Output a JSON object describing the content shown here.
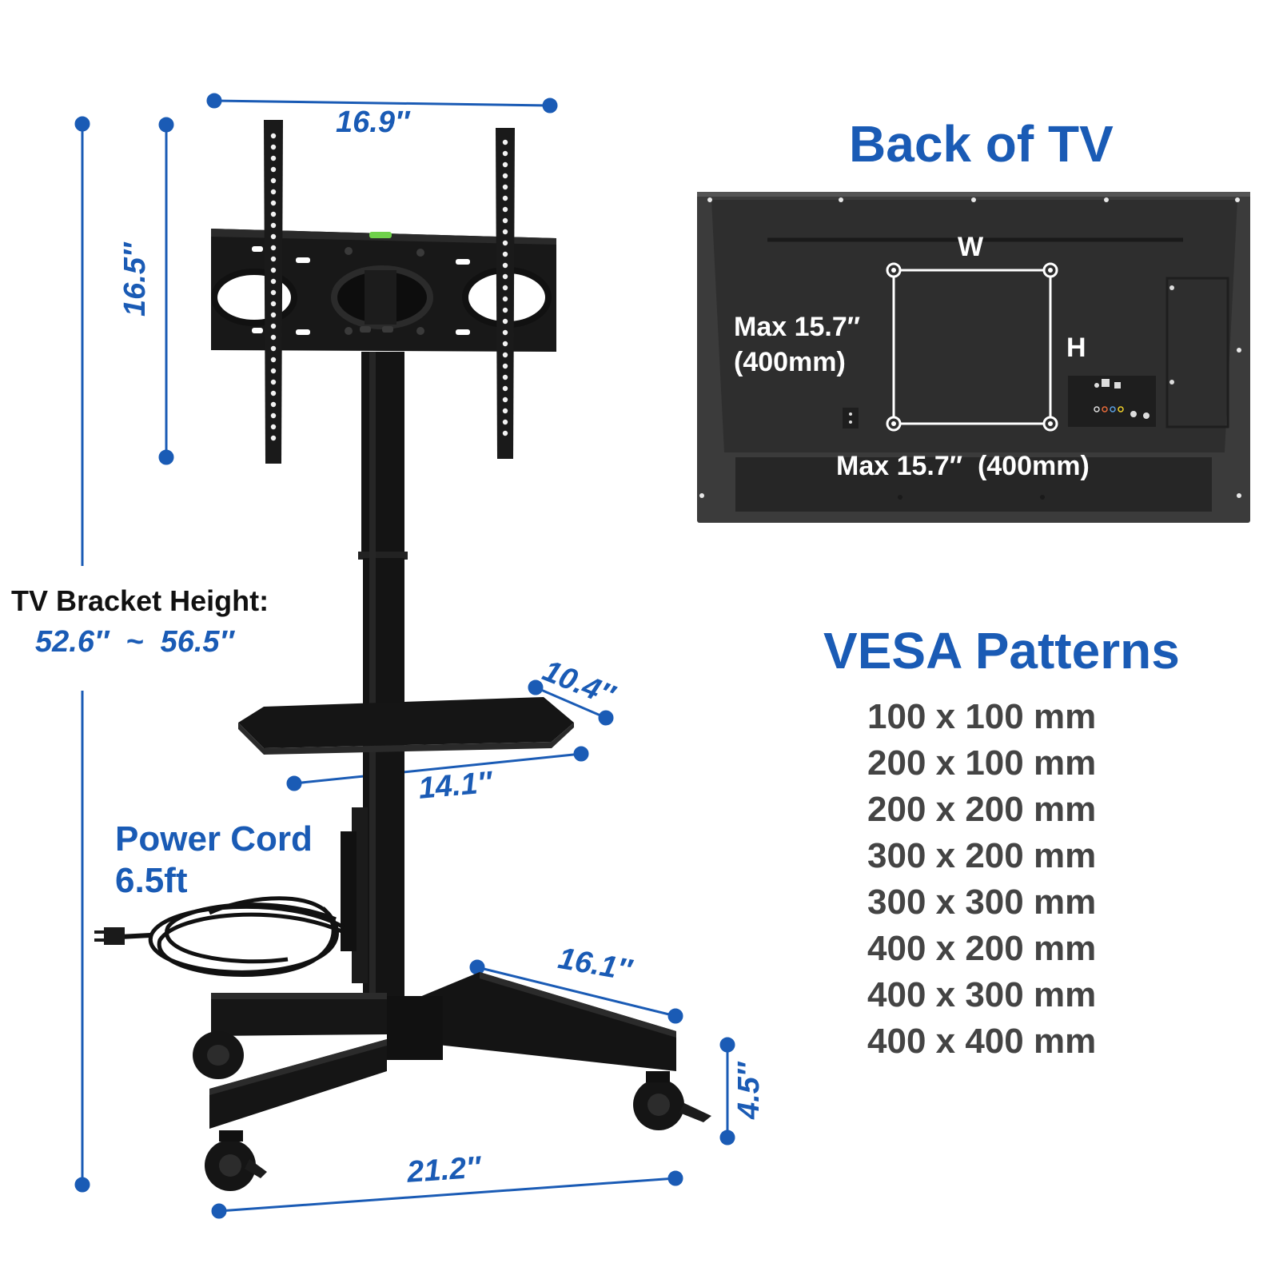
{
  "dimensions": {
    "bracket_width": "16.9″",
    "bracket_height": "16.5″",
    "shelf_depth": "10.4″",
    "shelf_width": "14.1″",
    "base_leg": "16.1″",
    "wheel_height": "4.5″",
    "base_width": "21.2″"
  },
  "bracket_height_label": {
    "title": "TV Bracket Height:",
    "range": "52.6″  ~  56.5″"
  },
  "power_cord": {
    "line1": "Power Cord",
    "line2": "6.5ft"
  },
  "back_of_tv": {
    "title": "Back of TV",
    "w_label": "W",
    "h_label": "H",
    "max_h_line1": "Max 15.7″",
    "max_h_line2": "(400mm)",
    "max_w": "Max 15.7″  (400mm)"
  },
  "vesa": {
    "title": "VESA Patterns",
    "patterns": [
      "100 x 100 mm",
      "200 x 100 mm",
      "200 x 200 mm",
      "300 x 200 mm",
      "300 x 300 mm",
      "400 x 200 mm",
      "400 x 300 mm",
      "400 x 400 mm"
    ]
  },
  "colors": {
    "accent_blue": "#1a5bb5",
    "stand_black": "#151515",
    "tv_back": "#3a3a3a"
  }
}
